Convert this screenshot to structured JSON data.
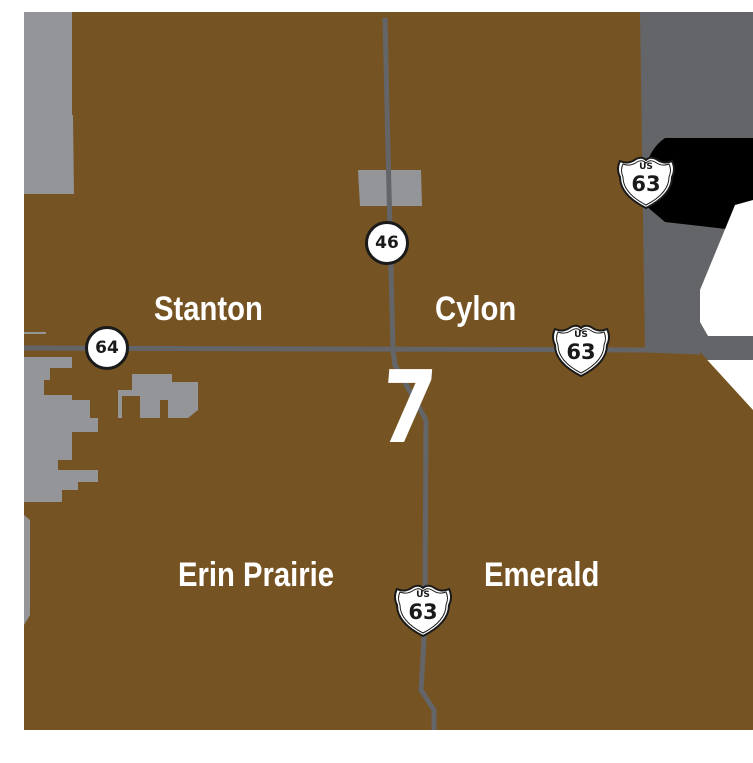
{
  "map": {
    "district_number": "7",
    "colors": {
      "district_fill": "#765322",
      "city_fill": "#939598",
      "road": "#636569",
      "adjacent_region": "#636569",
      "black_region": "#000000",
      "label": "#ffffff",
      "background": "#ffffff"
    },
    "townships": [
      {
        "name": "Stanton"
      },
      {
        "name": "Cylon"
      },
      {
        "name": "Erin Prairie"
      },
      {
        "name": "Emerald"
      }
    ],
    "highway_shields": [
      {
        "type": "state",
        "number": "64"
      },
      {
        "type": "state",
        "number": "46"
      },
      {
        "type": "us",
        "prefix": "US",
        "number": "63"
      },
      {
        "type": "us",
        "prefix": "US",
        "number": "63"
      },
      {
        "type": "us",
        "prefix": "US",
        "number": "63"
      }
    ]
  }
}
